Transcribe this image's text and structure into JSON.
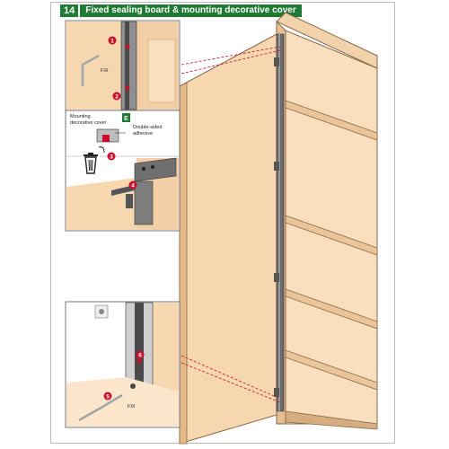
{
  "header": {
    "step_number": "14",
    "title": "Fixed sealing board & mounting decorative cover"
  },
  "callouts": {
    "fix_top": "FIX",
    "fix_bottom": "FIX",
    "mounting_cover_line1": "Mounting",
    "mounting_cover_line2": "decorative cover",
    "adhesive_line1": "Double-sided",
    "adhesive_line2": "adhesive",
    "part_letter": "E"
  },
  "step_markers": [
    "1",
    "2",
    "3",
    "4",
    "5",
    "6"
  ],
  "colors": {
    "accent_green": "#1f7a33",
    "marker_red": "#c8102e",
    "wood": "#f6d7b0",
    "wood_dark": "#e3b98a",
    "metal": "#9a9a9a",
    "rail_dark": "#4a4a4a"
  },
  "icons": {
    "waste": "trash-bin-icon"
  }
}
